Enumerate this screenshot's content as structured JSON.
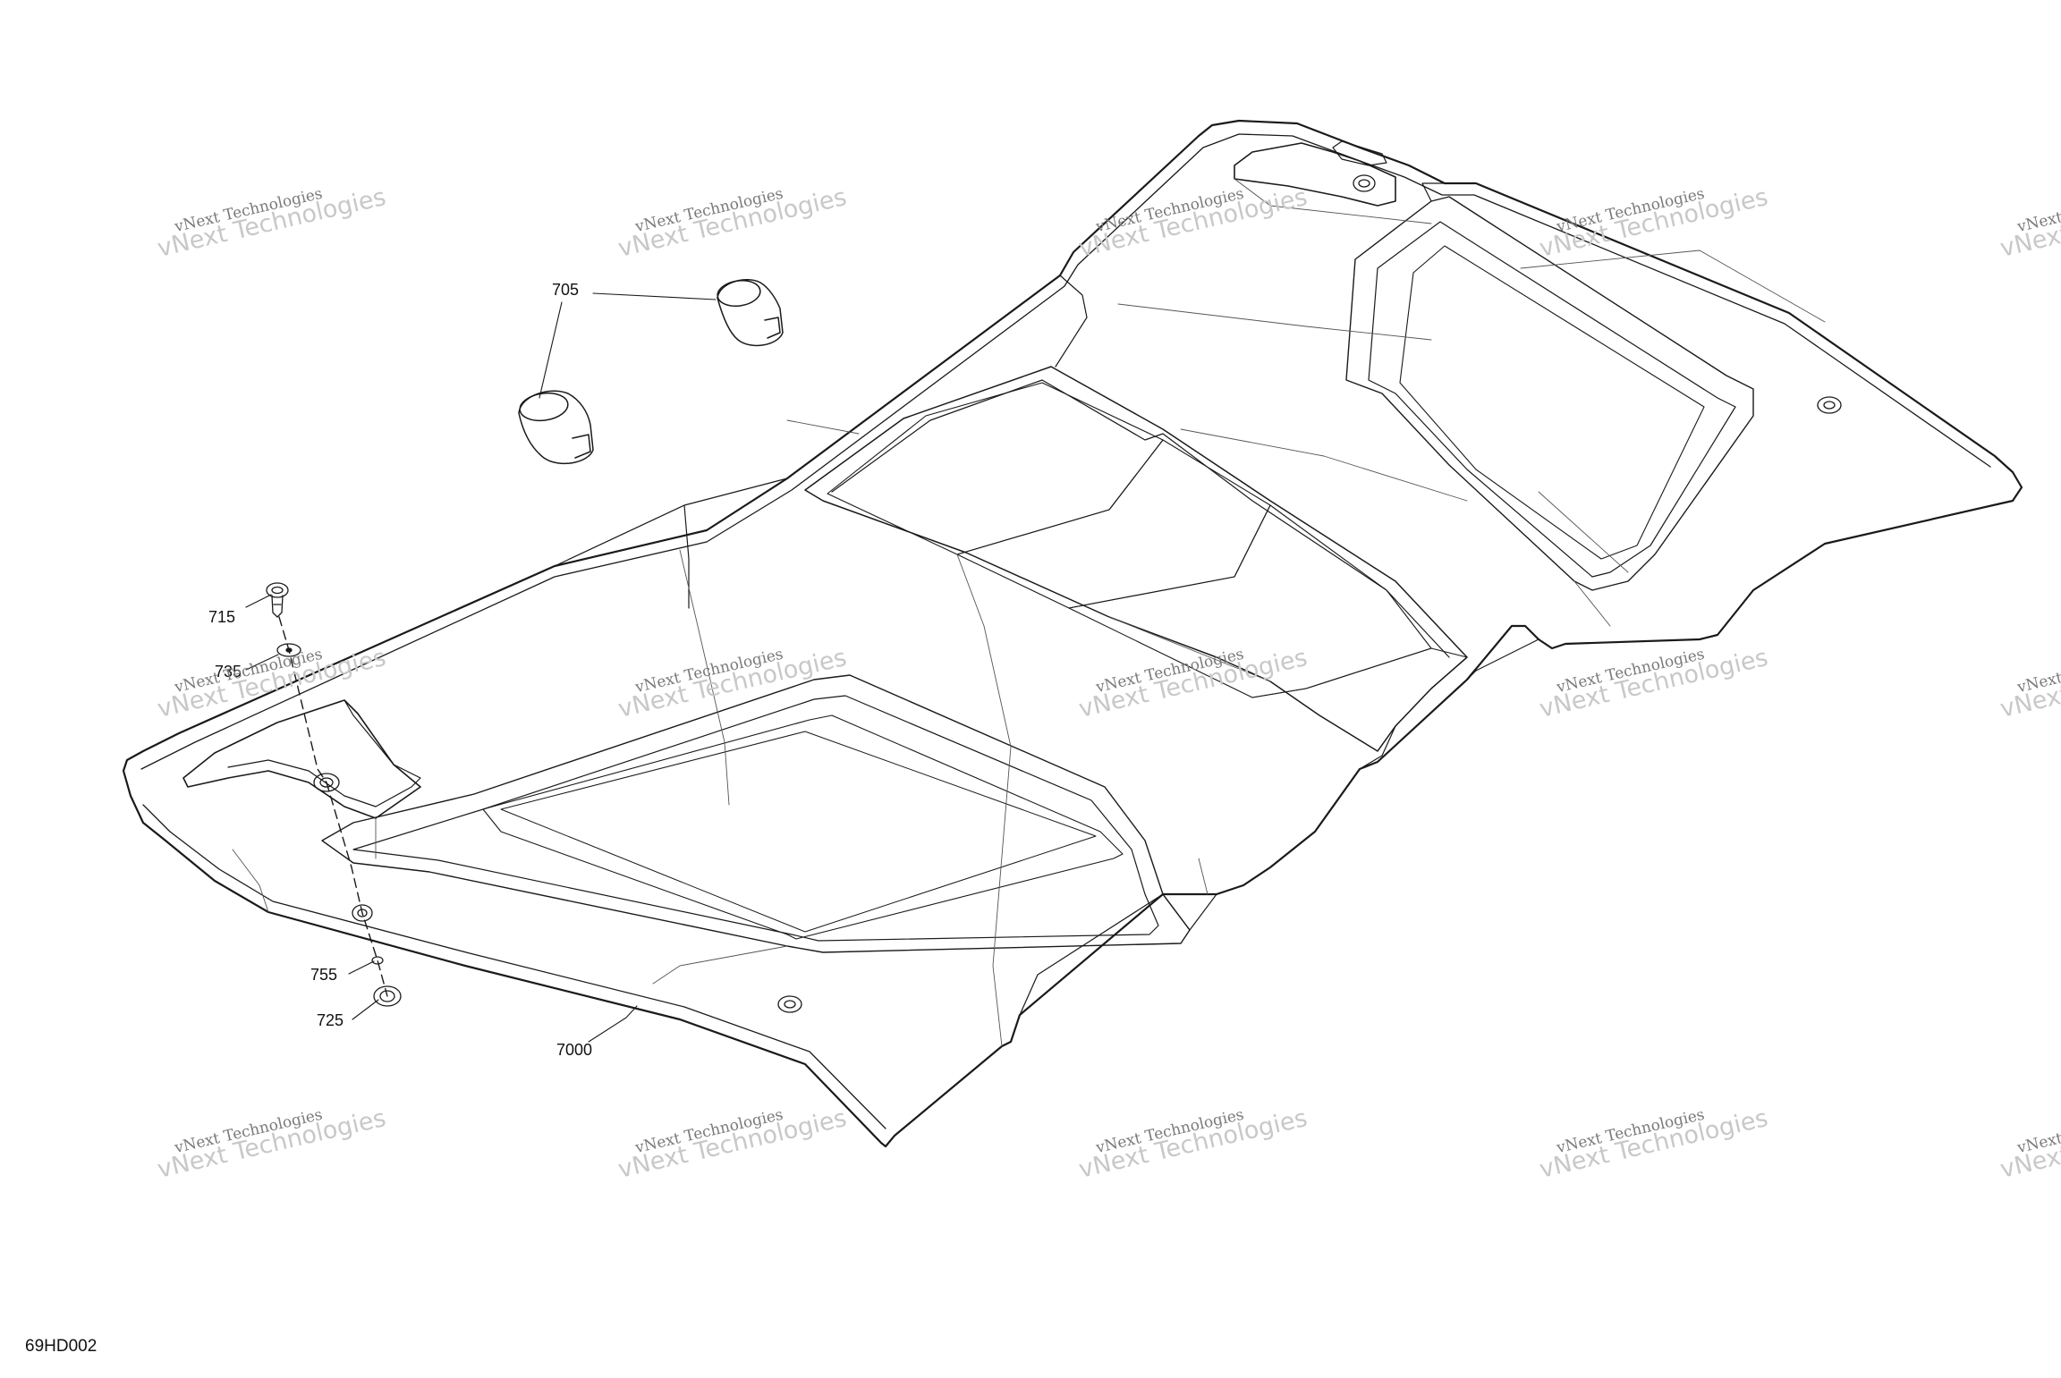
{
  "diagram": {
    "id_label": "69HD002",
    "callouts": {
      "c705": "705",
      "c715": "715",
      "c735": "735",
      "c755": "755",
      "c725": "725",
      "c7000": "7000"
    }
  },
  "watermark": {
    "line1": "vNext Technologies",
    "line2": "vNext Technologies"
  },
  "colors": {
    "line": "#1a1a1a",
    "thin_line": "#555555",
    "watermark": "#b4b4b4"
  }
}
